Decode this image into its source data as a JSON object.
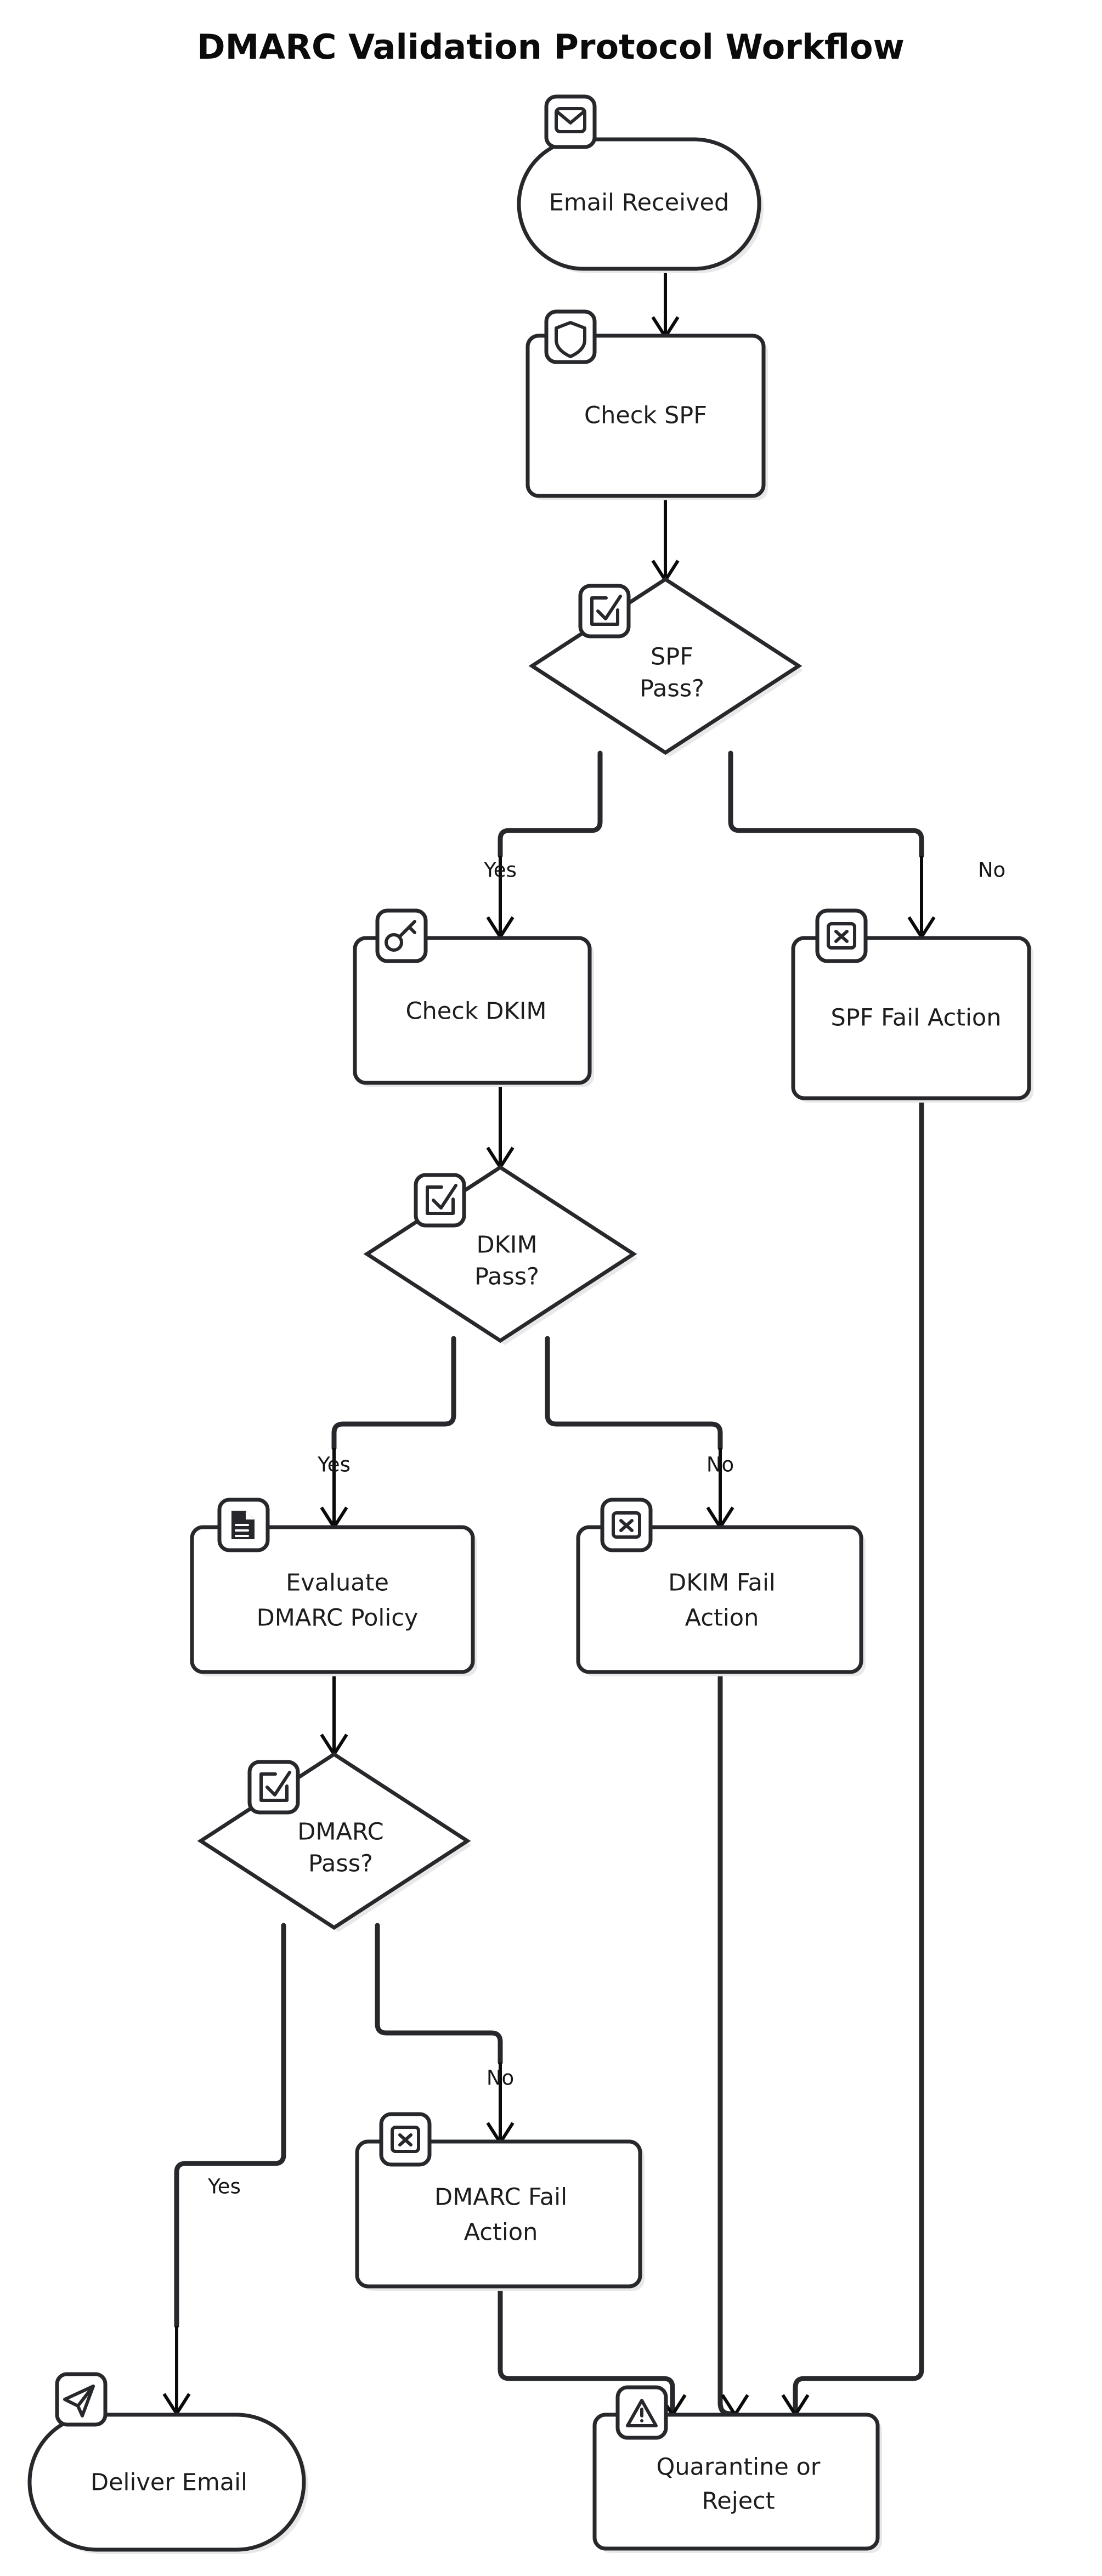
{
  "diagram": {
    "title": "DMARC Validation Protocol Workflow",
    "type": "flowchart",
    "direction": "top-to-bottom",
    "background_color": "#ffffff",
    "node_stroke_color": "#26282b",
    "node_fill_color": "#ffffff",
    "edge_color": "#0a0a0a",
    "text_color": "#1c1d1f",
    "nodes": [
      {
        "id": "email_received",
        "label": "Email Received",
        "shape": "stadium",
        "icon": "envelope-icon"
      },
      {
        "id": "check_spf",
        "label": "Check SPF",
        "shape": "rectangle",
        "icon": "shield-icon"
      },
      {
        "id": "spf_pass",
        "label": "SPF\nPass?",
        "shape": "diamond",
        "icon": "checkbox-check-icon",
        "line1": "SPF",
        "line2": "Pass?"
      },
      {
        "id": "check_dkim",
        "label": "Check DKIM",
        "shape": "rectangle",
        "icon": "key-icon"
      },
      {
        "id": "spf_fail_action",
        "label": "SPF Fail Action",
        "shape": "rectangle",
        "icon": "x-square-icon"
      },
      {
        "id": "dkim_pass",
        "label": "DKIM\nPass?",
        "shape": "diamond",
        "icon": "checkbox-check-icon",
        "line1": "DKIM",
        "line2": "Pass?"
      },
      {
        "id": "evaluate_dmarc",
        "label": "Evaluate\nDMARC Policy",
        "shape": "rectangle",
        "icon": "document-icon",
        "line1": "Evaluate",
        "line2": "DMARC Policy"
      },
      {
        "id": "dkim_fail_action",
        "label": "DKIM Fail\nAction",
        "shape": "rectangle",
        "icon": "x-square-icon",
        "line1": "DKIM Fail",
        "line2": "Action"
      },
      {
        "id": "dmarc_pass",
        "label": "DMARC\nPass?",
        "shape": "diamond",
        "icon": "checkbox-check-icon",
        "line1": "DMARC",
        "line2": "Pass?"
      },
      {
        "id": "dmarc_fail_action",
        "label": "DMARC Fail\nAction",
        "shape": "rectangle",
        "icon": "x-square-icon",
        "line1": "DMARC Fail",
        "line2": "Action"
      },
      {
        "id": "deliver_email",
        "label": "Deliver Email",
        "shape": "stadium",
        "icon": "send-icon"
      },
      {
        "id": "quarantine_reject",
        "label": "Quarantine or\nReject",
        "shape": "rectangle",
        "icon": "warning-triangle-icon",
        "line1": "Quarantine or",
        "line2": "Reject"
      }
    ],
    "edges": [
      {
        "from": "email_received",
        "to": "check_spf",
        "label": ""
      },
      {
        "from": "check_spf",
        "to": "spf_pass",
        "label": ""
      },
      {
        "from": "spf_pass",
        "to": "check_dkim",
        "label": "Yes"
      },
      {
        "from": "spf_pass",
        "to": "spf_fail_action",
        "label": "No"
      },
      {
        "from": "check_dkim",
        "to": "dkim_pass",
        "label": ""
      },
      {
        "from": "dkim_pass",
        "to": "evaluate_dmarc",
        "label": "Yes"
      },
      {
        "from": "dkim_pass",
        "to": "dkim_fail_action",
        "label": "No"
      },
      {
        "from": "evaluate_dmarc",
        "to": "dmarc_pass",
        "label": ""
      },
      {
        "from": "dmarc_pass",
        "to": "deliver_email",
        "label": "Yes"
      },
      {
        "from": "dmarc_pass",
        "to": "dmarc_fail_action",
        "label": "No"
      },
      {
        "from": "dmarc_fail_action",
        "to": "quarantine_reject",
        "label": ""
      },
      {
        "from": "dkim_fail_action",
        "to": "quarantine_reject",
        "label": ""
      },
      {
        "from": "spf_fail_action",
        "to": "quarantine_reject",
        "label": ""
      }
    ],
    "edge_labels": {
      "spf_yes": "Yes",
      "spf_no": "No",
      "dkim_yes": "Yes",
      "dkim_no": "No",
      "dmarc_yes": "Yes",
      "dmarc_no": "No"
    }
  }
}
